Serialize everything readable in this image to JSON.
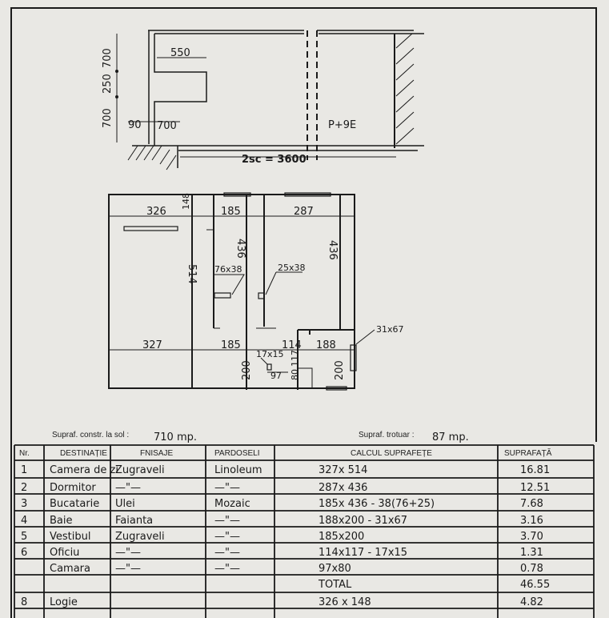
{
  "site_plan": {
    "dim_550": "550",
    "dim_700_top": "700",
    "dim_250": "250",
    "dim_700_left": "700",
    "dim_90": "90",
    "dim_700_bottom": "700",
    "building_label": "P+9E",
    "span_label": "2sc = 3600"
  },
  "floor_plan": {
    "dims": [
      "326",
      "148",
      "185",
      "287",
      "514",
      "436",
      "76x38",
      "436",
      "25x38",
      "327",
      "185",
      "114",
      "188",
      "31x67",
      "17x15",
      "200",
      "97",
      "80",
      "117",
      "200"
    ]
  },
  "summary": {
    "built_area_label": "Supraf. constr. la sol :",
    "built_area_value": "710 mp.",
    "sidewalk_label": "Supraf. trotuar :",
    "sidewalk_value": "87 mp."
  },
  "table": {
    "headers": [
      "Nr.",
      "DESTINAȚIE",
      "FNISAJE",
      "PARDOSELI",
      "CALCUL SUPRAFEȚE",
      "SUPRAFAȚĂ"
    ],
    "rows": [
      [
        "1",
        "Camera de zi",
        "Zugraveli",
        "Linoleum",
        "327x 514",
        "16.81"
      ],
      [
        "2",
        "Dormitor",
        "—\"—",
        "—\"—",
        "287x 436",
        "12.51"
      ],
      [
        "3",
        "Bucatarie",
        "Ulei",
        "Mozaic",
        "185x 436 - 38(76+25)",
        "7.68"
      ],
      [
        "4",
        "Baie",
        "Faianta",
        "—\"—",
        "188x200 - 31x67",
        "3.16"
      ],
      [
        "5",
        "Vestibul",
        "Zugraveli",
        "—\"—",
        "185x200",
        "3.70"
      ],
      [
        "6",
        "Oficiu",
        "—\"—",
        "—\"—",
        "114x117 - 17x15",
        "1.31"
      ],
      [
        "",
        "Camara",
        "—\"—",
        "—\"—",
        "97x80",
        "0.78"
      ],
      [
        "",
        "",
        "",
        "",
        "TOTAL",
        "46.55"
      ],
      [
        "8",
        "Logie",
        "",
        "",
        "326 x 148",
        "4.82"
      ],
      [
        "",
        "",
        "",
        "",
        "",
        ""
      ]
    ]
  }
}
